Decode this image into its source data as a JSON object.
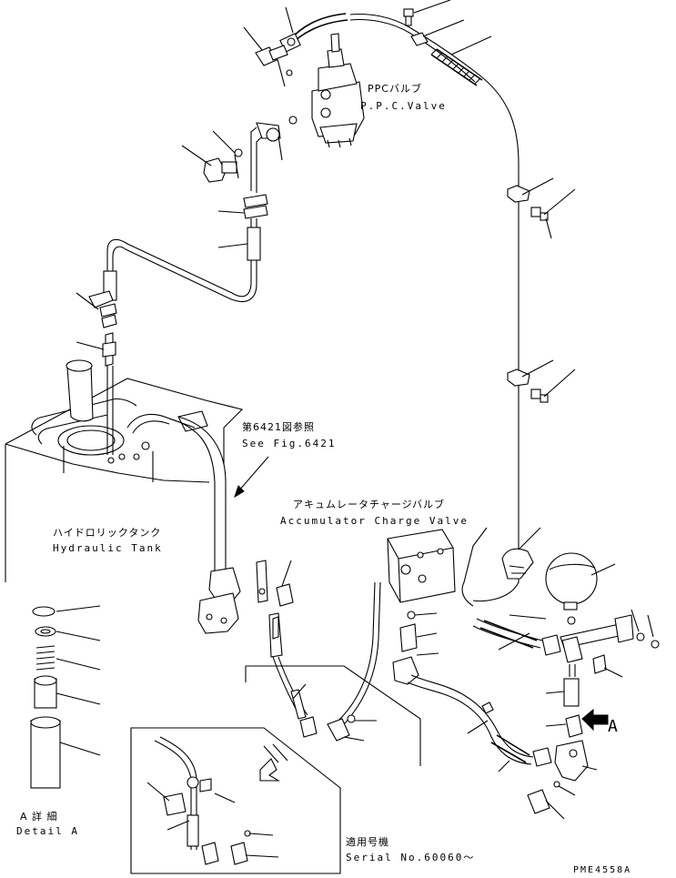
{
  "labels": {
    "ppc_valve_jp": "PPCバルブ",
    "ppc_valve_en": "P.P.C.Valve",
    "see_fig_jp": "第6421図参照",
    "see_fig_en": "See Fig.6421",
    "accumulator_jp": "アキュムレータチャージバルブ",
    "accumulator_en": "Accumulator Charge Valve",
    "tank_jp": "ハイドロリックタンク",
    "tank_en": "Hydraulic Tank",
    "detail_jp": "A 詳 細",
    "detail_en": "Detail A",
    "serial_jp": "適用号機",
    "serial_en": "Serial No.60060～",
    "arrow_label": "A",
    "drawing_code": "PME4558A"
  },
  "colors": {
    "line": "#000000",
    "background": "#ffffff"
  }
}
